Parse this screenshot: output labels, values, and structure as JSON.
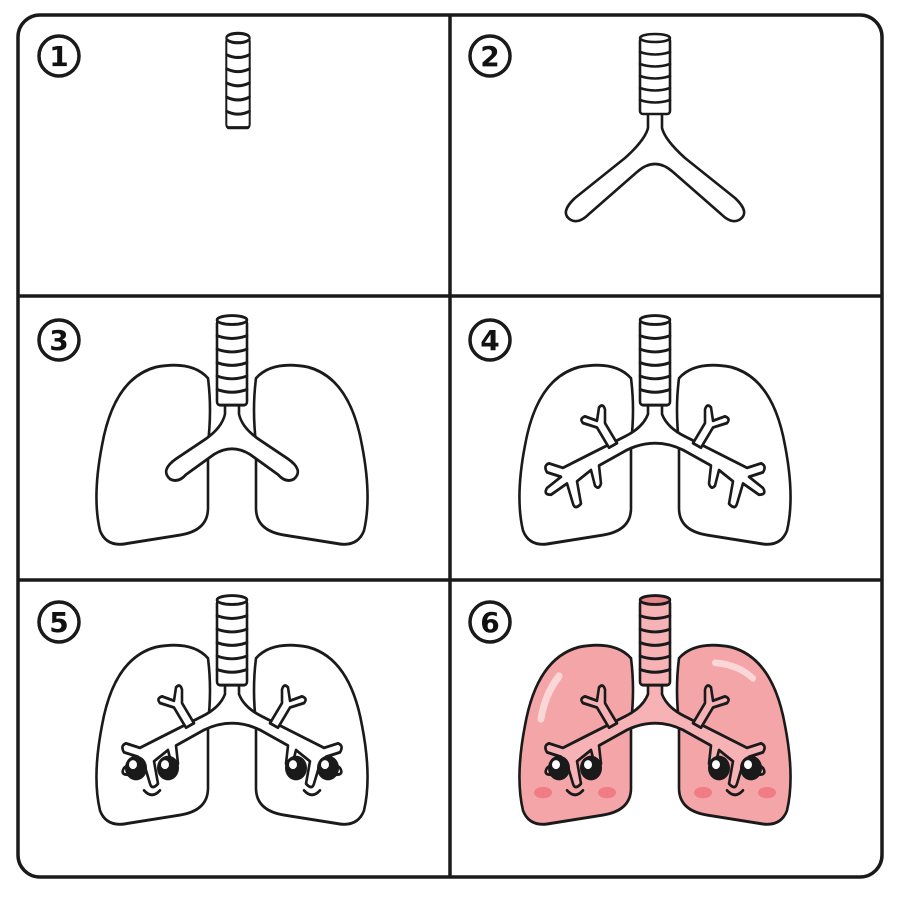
{
  "steps": [
    {
      "number": "1"
    },
    {
      "number": "2"
    },
    {
      "number": "3"
    },
    {
      "number": "4"
    },
    {
      "number": "5"
    },
    {
      "number": "6"
    }
  ],
  "colors": {
    "ink": "#1a1a1a",
    "frame": "#1a1a1a",
    "lung_fill": "#f4a5a8",
    "lung_highlight": "#f9c9cb",
    "trachea_fill": "#f6b2b4",
    "cheek": "#f07c86"
  }
}
